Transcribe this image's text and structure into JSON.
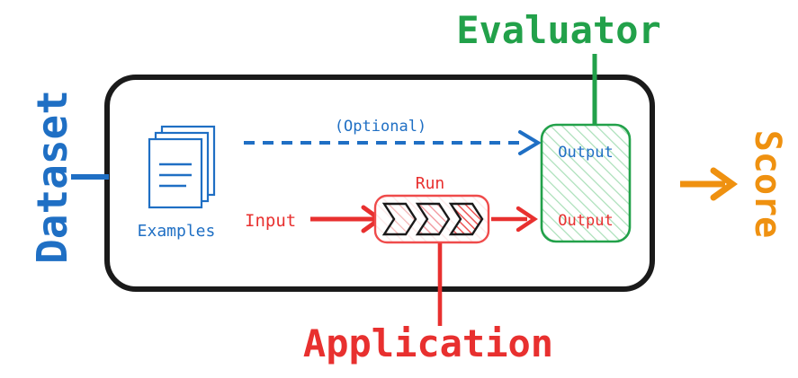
{
  "diagram": {
    "title": "Evaluation pipeline diagram",
    "colors": {
      "blue": "#1f6fc4",
      "blue_dark": "#1565b5",
      "red": "#e8302f",
      "red_soft": "#ef4b4b",
      "green": "#22a14a",
      "green_soft": "#4fbf6f",
      "orange": "#ef9110",
      "black": "#1a1a1a",
      "white": "#ffffff"
    },
    "outer_container": {
      "name": "experiment-boundary",
      "stroke": "#1a1a1a"
    },
    "labels": {
      "dataset": "Dataset",
      "evaluator": "Evaluator",
      "application": "Application",
      "score": "Score"
    },
    "nodes": {
      "examples": {
        "label": "Examples",
        "icon": "documents-stack-icon",
        "line_count": 3
      },
      "run": {
        "label": "Run",
        "chevron_count": 3
      },
      "output_box": {
        "entries": [
          {
            "label": "Output",
            "color": "#1f6fc4",
            "source": "dataset-reference"
          },
          {
            "label": "Output",
            "color": "#e8302f",
            "source": "application-run"
          }
        ]
      }
    },
    "edges": {
      "optional": {
        "label": "(Optional)",
        "style": "dashed",
        "color": "#1f6fc4",
        "from": "examples",
        "to": "output-box"
      },
      "input": {
        "label": "Input",
        "style": "solid",
        "color": "#e8302f",
        "from": "examples",
        "to": "run"
      },
      "run_to_output": {
        "label": "",
        "style": "solid",
        "color": "#e8302f",
        "from": "run",
        "to": "output-box"
      },
      "score_out": {
        "label": "",
        "style": "solid",
        "color": "#ef9110",
        "from": "output-box",
        "to": "score"
      }
    }
  }
}
